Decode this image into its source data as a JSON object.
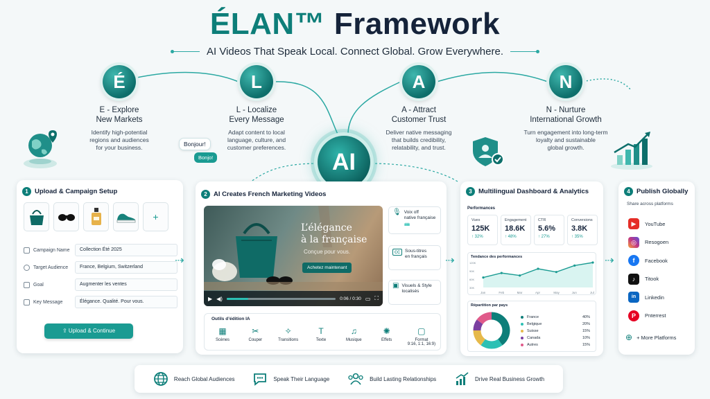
{
  "header": {
    "title_part1": "ÉLAN™",
    "title_part2": "Framework",
    "subtitle": "AI Videos That Speak Local. Connect Global. Grow Everywhere."
  },
  "stages": [
    {
      "letter": "É",
      "title_line1": "E - Explore",
      "title_line2": "New Markets",
      "desc": [
        "Identify high-potential",
        "regions and audiences",
        "for your business."
      ]
    },
    {
      "letter": "L",
      "title_line1": "L - Localize",
      "title_line2": "Every Message",
      "desc": [
        "Adapt content to local",
        "language, culture, and",
        "customer preferences."
      ]
    },
    {
      "letter": "A",
      "title_line1": "A - Attract",
      "title_line2": "Customer Trust",
      "desc": [
        "Deliver native messaging",
        "that builds credibility,",
        "relatability, and trust."
      ]
    },
    {
      "letter": "N",
      "title_line1": "N - Nurture",
      "title_line2": "International Growth",
      "desc": [
        "Turn engagement into long-term",
        "loyalty and sustainable",
        "global growth."
      ]
    }
  ],
  "speech": {
    "bubble1": "Bonjour!",
    "bubble2": "Bonjo!"
  },
  "ai_core": "AI",
  "panel1": {
    "number": "1",
    "title": "Upload & Campaign Setup",
    "fields": [
      {
        "label": "Campaign Name",
        "value": "Collection Été 2025"
      },
      {
        "label": "Target Audience",
        "value": "France, Belgium, Switzerland"
      },
      {
        "label": "Goal",
        "value": "Augmenter les ventes"
      },
      {
        "label": "Key Message",
        "value": "Élégance. Qualité. Pour vous."
      }
    ],
    "add_symbol": "+",
    "button_label": "Upload & Continue"
  },
  "panel2": {
    "number": "2",
    "title": "AI Creates French Marketing Videos",
    "video": {
      "headline_line1": "L’élégance",
      "headline_line2": "à la française",
      "sub": "Conçue pour vous.",
      "cta": "Achetez maintenant",
      "time": "0:06 / 0:30",
      "progress": 0.2
    },
    "features": [
      {
        "line1": "Voix off",
        "line2": "native française",
        "icon": "microphone-icon"
      },
      {
        "line1": "Sous-titres",
        "line2": "en français",
        "icon": "captions-icon"
      },
      {
        "line1": "Visuels & Style",
        "line2": "localisés",
        "icon": "image-icon"
      }
    ],
    "tools_title": "Outils d’édition IA",
    "tools": [
      {
        "label": "Scènes",
        "glyph": "▦"
      },
      {
        "label": "Couper",
        "glyph": "✂"
      },
      {
        "label": "Transitions",
        "glyph": "✧"
      },
      {
        "label": "Texte",
        "glyph": "T"
      },
      {
        "label": "Musique",
        "glyph": "♫"
      },
      {
        "label": "Effets",
        "glyph": "✺"
      },
      {
        "label": "Format",
        "label2": "9:16, 1:1, 16:9)",
        "glyph": "▢"
      }
    ]
  },
  "panel3": {
    "number": "3",
    "title": "Multilingual Dashboard & Analytics",
    "performances_label": "Performances",
    "kpis": [
      {
        "label": "Vues",
        "value": "125K",
        "change": "↑ 32%"
      },
      {
        "label": "Engagement",
        "value": "18.6K",
        "change": "↑ 48%"
      },
      {
        "label": "CTR",
        "value": "5.6%",
        "change": "↑ 27%"
      },
      {
        "label": "Conversions",
        "value": "3.8K",
        "change": "↑ 35%"
      }
    ],
    "trend_label": "Tendance des performances",
    "trend_months": [
      "Jan",
      "Feb",
      "Mar",
      "Apr",
      "May",
      "Jun",
      "Jul"
    ],
    "trend_yticks": [
      "120K",
      "90K",
      "60K",
      "30K"
    ],
    "trend_values": [
      40,
      58,
      48,
      75,
      62,
      88,
      100
    ],
    "country_label": "Répartition par pays",
    "countries": [
      {
        "name": "France",
        "pct": "40%",
        "value": 40,
        "color": "#0d7e79"
      },
      {
        "name": "Belgique",
        "pct": "20%",
        "value": 20,
        "color": "#2cc0b4"
      },
      {
        "name": "Suisse",
        "pct": "15%",
        "value": 15,
        "color": "#e6b94a"
      },
      {
        "name": "Canada",
        "pct": "10%",
        "value": 10,
        "color": "#7b3fa0"
      },
      {
        "name": "Autres",
        "pct": "15%",
        "value": 15,
        "color": "#e05a8a"
      }
    ]
  },
  "panel4": {
    "number": "4",
    "title": "Publish Globally",
    "subtitle": "Share across platforms",
    "platforms": [
      {
        "name": "YouTube",
        "color": "#e52d27",
        "glyph": "▶"
      },
      {
        "name": "Resogoen",
        "color": "#c13584",
        "glyph": "◎"
      },
      {
        "name": "Facebook",
        "color": "#1877f2",
        "glyph": "f"
      },
      {
        "name": "Titook",
        "color": "#111111",
        "glyph": "♪"
      },
      {
        "name": "Linkedin",
        "color": "#0a66c2",
        "glyph": "in"
      },
      {
        "name": "Pnterrest",
        "color": "#e60023",
        "glyph": "P"
      }
    ],
    "more": "+ More Platforms"
  },
  "bottom": [
    {
      "label": "Reach Global Audiences"
    },
    {
      "label": "Speak Their Language"
    },
    {
      "label": "Build Lasting Relationships"
    },
    {
      "label": "Drive Real Business Growth"
    }
  ]
}
